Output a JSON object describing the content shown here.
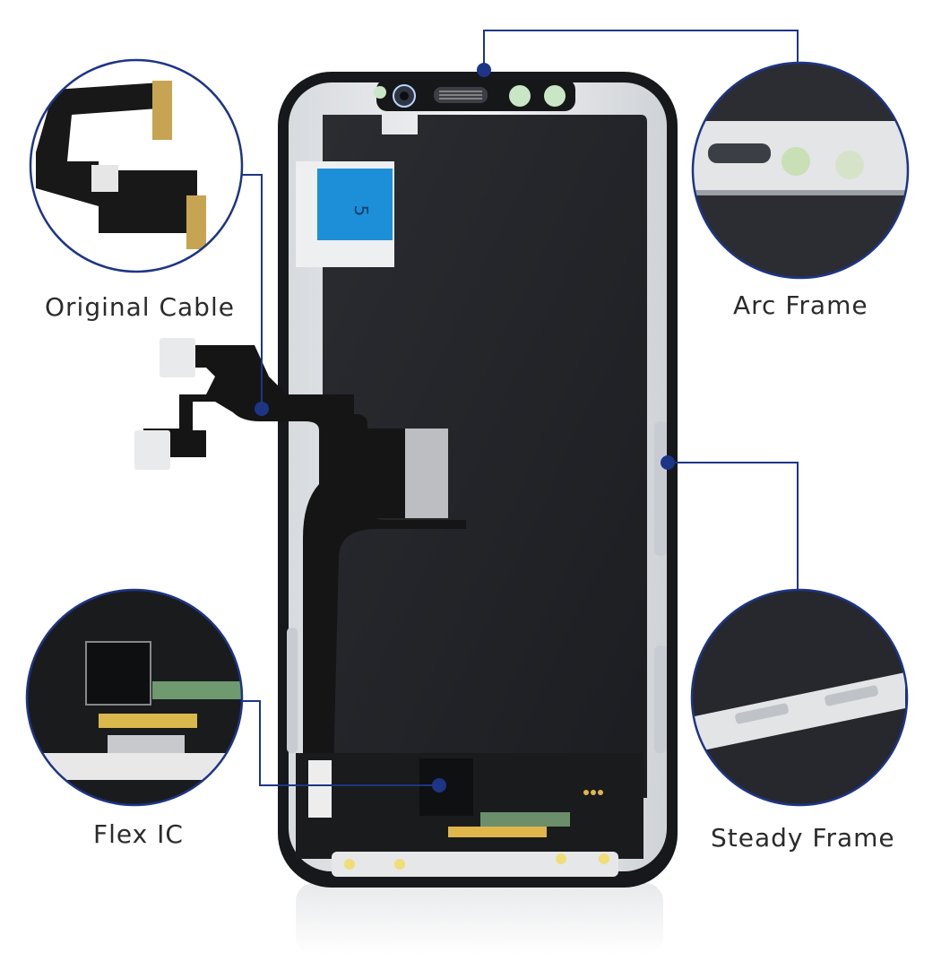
{
  "labels": {
    "original_cable": "Original Cable",
    "arc_frame": "Arc Frame",
    "flex_ic": "Flex IC",
    "steady_frame": "Steady Frame"
  },
  "colors": {
    "accent_navy": "#1d3587",
    "panel_black": "#1f2126",
    "frame_silver": "#e6e8eb",
    "flex_black": "#151515"
  },
  "icons": {
    "front_camera": "camera-lens-icon",
    "speaker_grille": "speaker-grille-icon",
    "sticker_marking": "5"
  }
}
